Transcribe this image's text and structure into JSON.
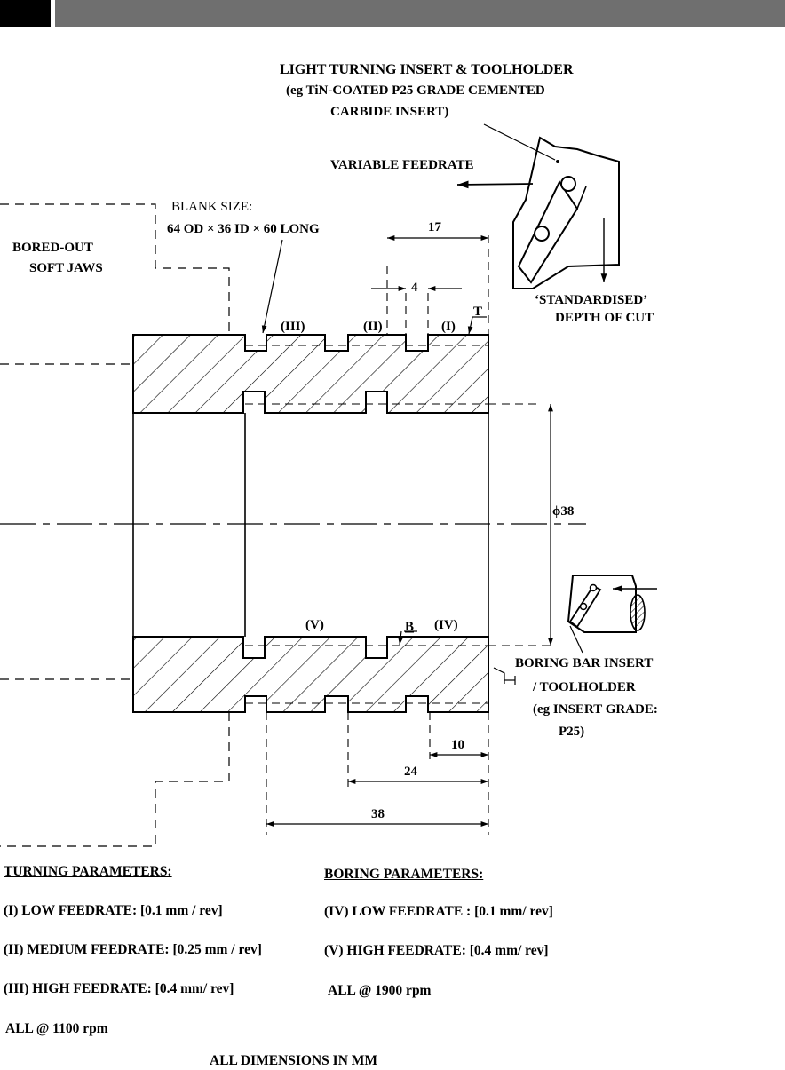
{
  "labels": {
    "tool_title_line1": "LIGHT TURNING INSERT & TOOLHOLDER",
    "tool_title_line2": "(eg TiN-COATED P25 GRADE CEMENTED",
    "tool_title_line3": "CARBIDE INSERT)",
    "variable_feedrate": "VARIABLE FEEDRATE",
    "blank_size_line1": "BLANK SIZE:",
    "blank_size_line2": "64 OD × 36 ID × 60 LONG",
    "bored_out_line1": "BORED-OUT",
    "bored_out_line2": "SOFT JAWS",
    "standardised_line1": "‘STANDARDISED’",
    "standardised_line2": "DEPTH OF CUT",
    "mark_III_top": "(III)",
    "mark_II_top": "(II)",
    "mark_I_top": "(I)",
    "mark_T": "T",
    "mark_V": "(V)",
    "mark_B": "B",
    "mark_IV": "(IV)",
    "boring_line1": "BORING BAR INSERT",
    "boring_line2": "/ TOOLHOLDER",
    "boring_line3": "(eg INSERT GRADE:",
    "boring_line4": "P25)"
  },
  "dimensions": {
    "d17": "17",
    "d4": "4",
    "phi38": "ϕ38",
    "d10": "10",
    "d24": "24",
    "d38": "38"
  },
  "turning": {
    "heading": "TURNING PARAMETERS:",
    "line1": "(I) LOW FEEDRATE: [0.1 mm / rev]",
    "line2": "(II) MEDIUM FEEDRATE: [0.25 mm / rev]",
    "line3": "(III) HIGH FEEDRATE: [0.4 mm/ rev]",
    "speed": "ALL @ 1100 rpm"
  },
  "boring": {
    "heading": "BORING PARAMETERS:",
    "line1": "(IV) LOW FEEDRATE : [0.1 mm/ rev]",
    "line2": "(V) HIGH FEEDRATE: [0.4 mm/ rev]",
    "speed": "ALL @ 1900 rpm"
  },
  "footer": "ALL DIMENSIONS IN MM"
}
